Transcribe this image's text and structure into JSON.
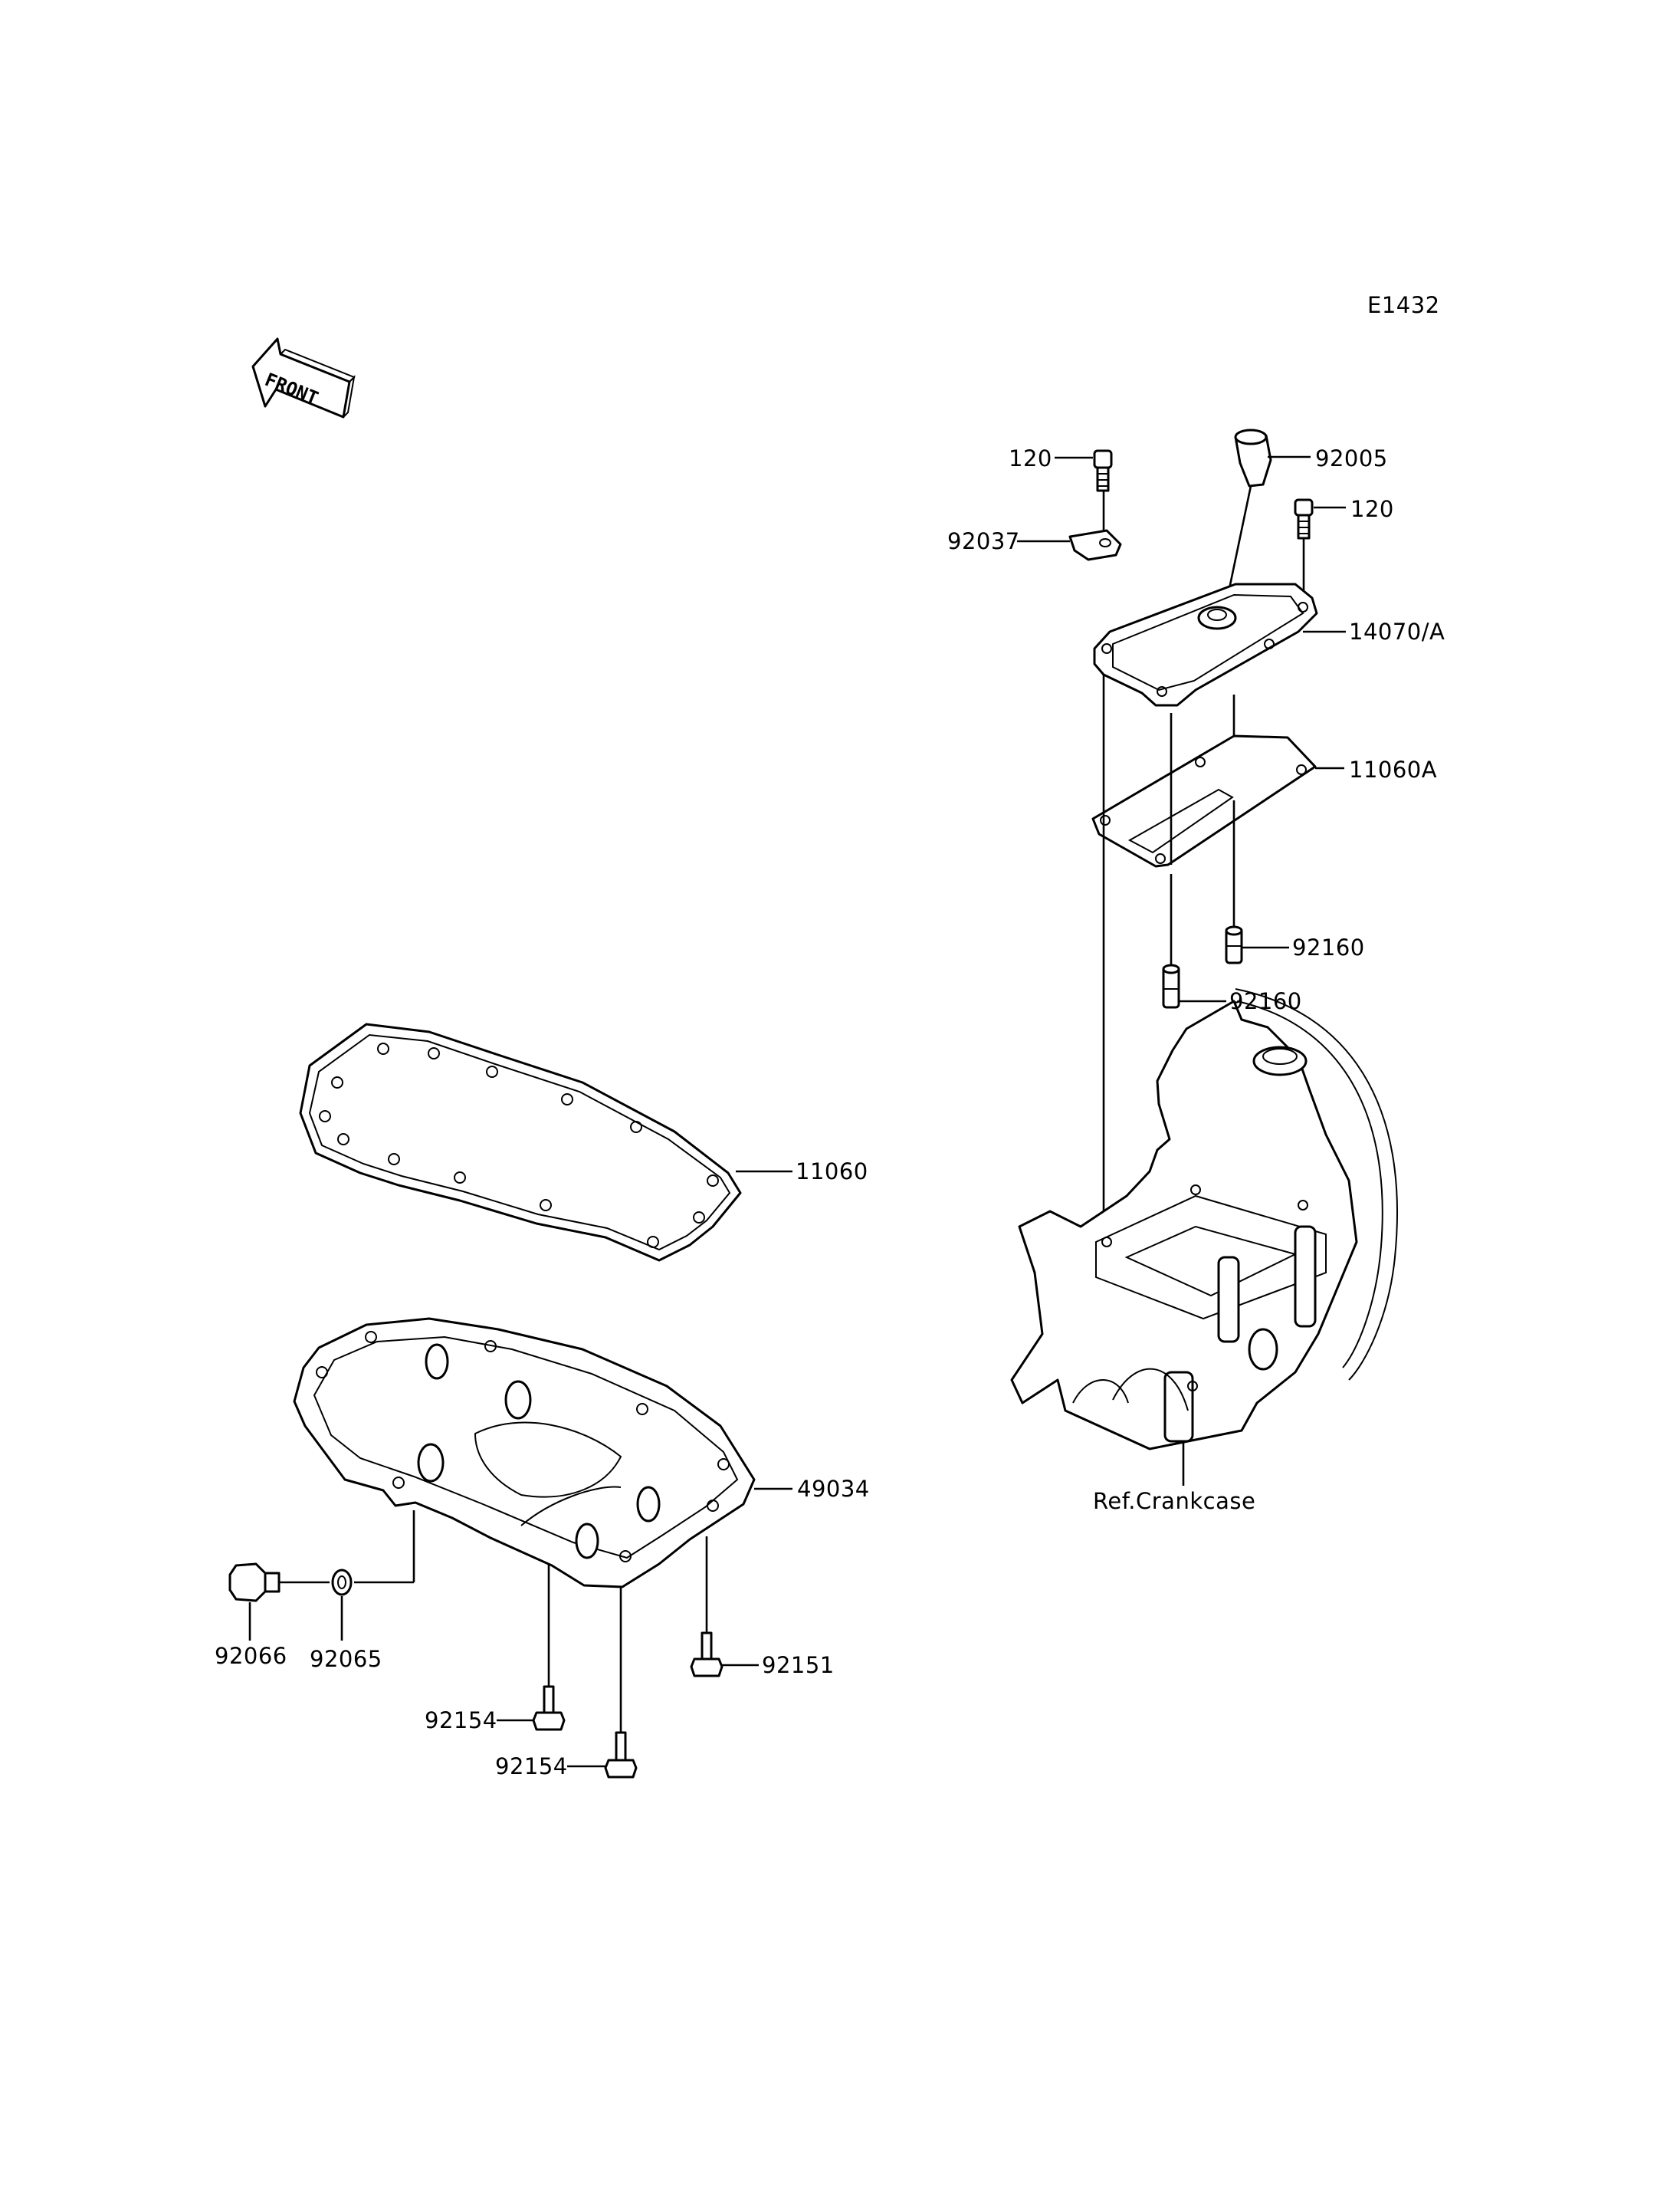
{
  "diagram_code": "E1432",
  "front_indicator": "FRONT",
  "parts": [
    {
      "id": "label-120-left",
      "text": "120"
    },
    {
      "id": "label-92005",
      "text": "92005"
    },
    {
      "id": "label-120-right",
      "text": "120"
    },
    {
      "id": "label-92037",
      "text": "92037"
    },
    {
      "id": "label-14070A",
      "text": "14070/A"
    },
    {
      "id": "label-11060A",
      "text": "11060A"
    },
    {
      "id": "label-92160-upper",
      "text": "92160"
    },
    {
      "id": "label-92160-lower",
      "text": "92160"
    },
    {
      "id": "label-11060",
      "text": "11060"
    },
    {
      "id": "label-49034",
      "text": "49034"
    },
    {
      "id": "label-92066",
      "text": "92066"
    },
    {
      "id": "label-92065",
      "text": "92065"
    },
    {
      "id": "label-92151",
      "text": "92151"
    },
    {
      "id": "label-92154-upper",
      "text": "92154"
    },
    {
      "id": "label-92154-lower",
      "text": "92154"
    }
  ],
  "reference_label": "Ref.Crankcase"
}
